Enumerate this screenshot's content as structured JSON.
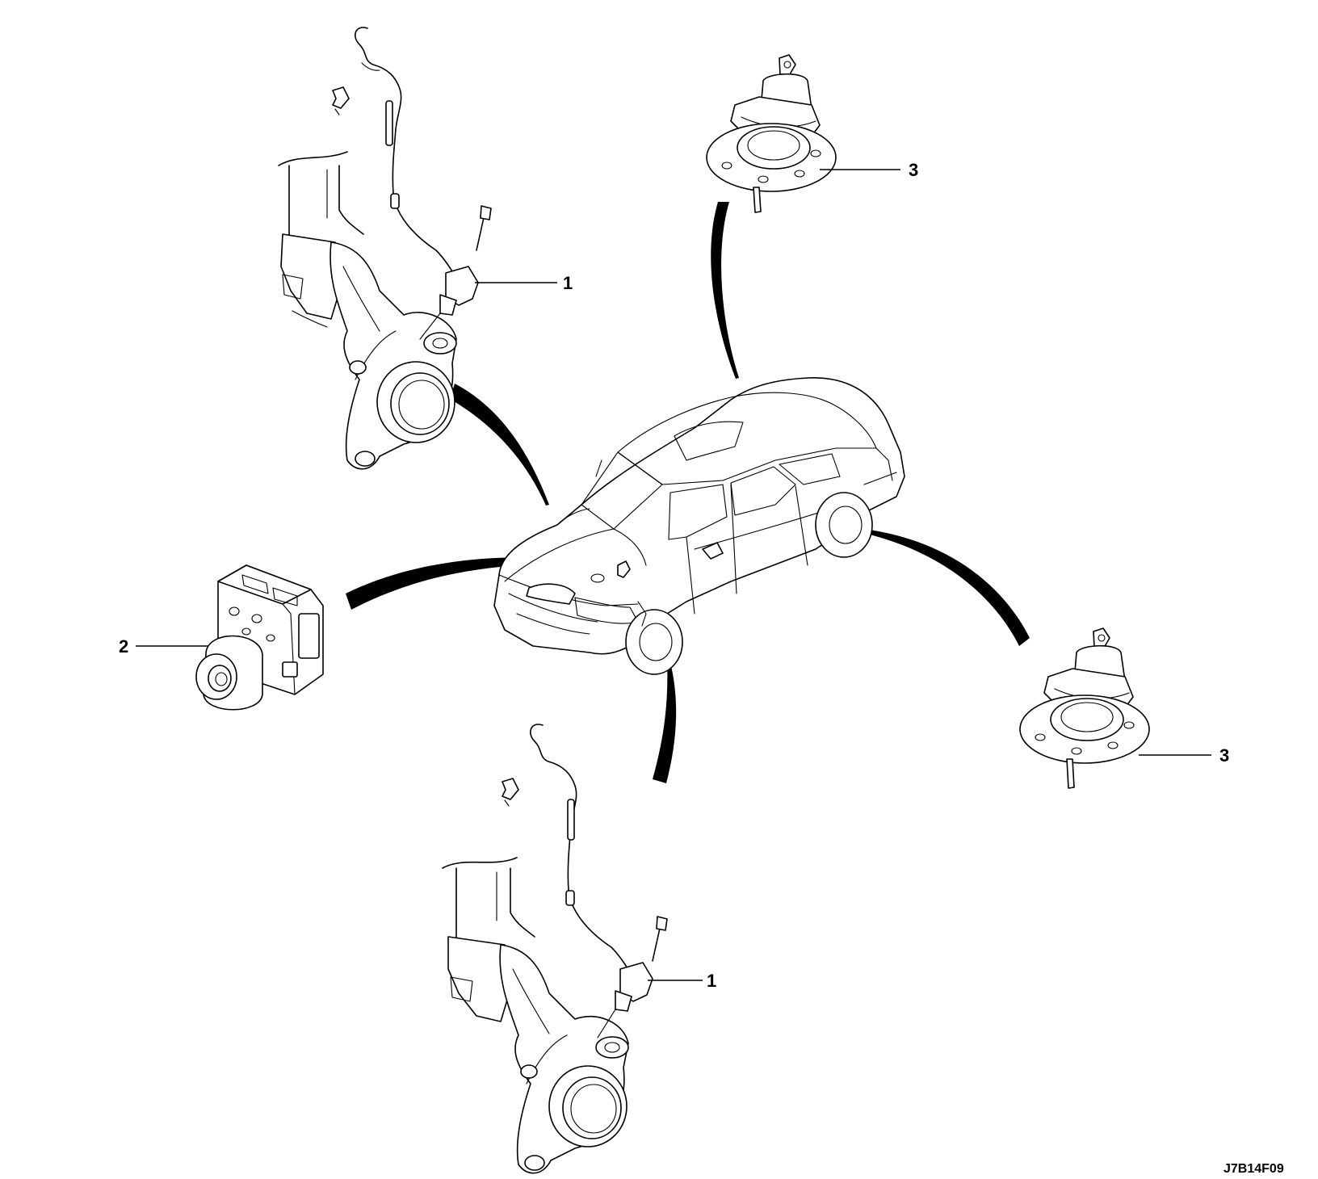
{
  "callouts": {
    "sensor_top": "1",
    "sensor_bottom": "1",
    "modulator": "2",
    "hub_top": "3",
    "hub_right": "3"
  },
  "figure_id": "J7B14F09",
  "parts": [
    "wheel-speed-sensor-front",
    "abs-hydraulic-modulator",
    "rear-hub-bearing"
  ]
}
